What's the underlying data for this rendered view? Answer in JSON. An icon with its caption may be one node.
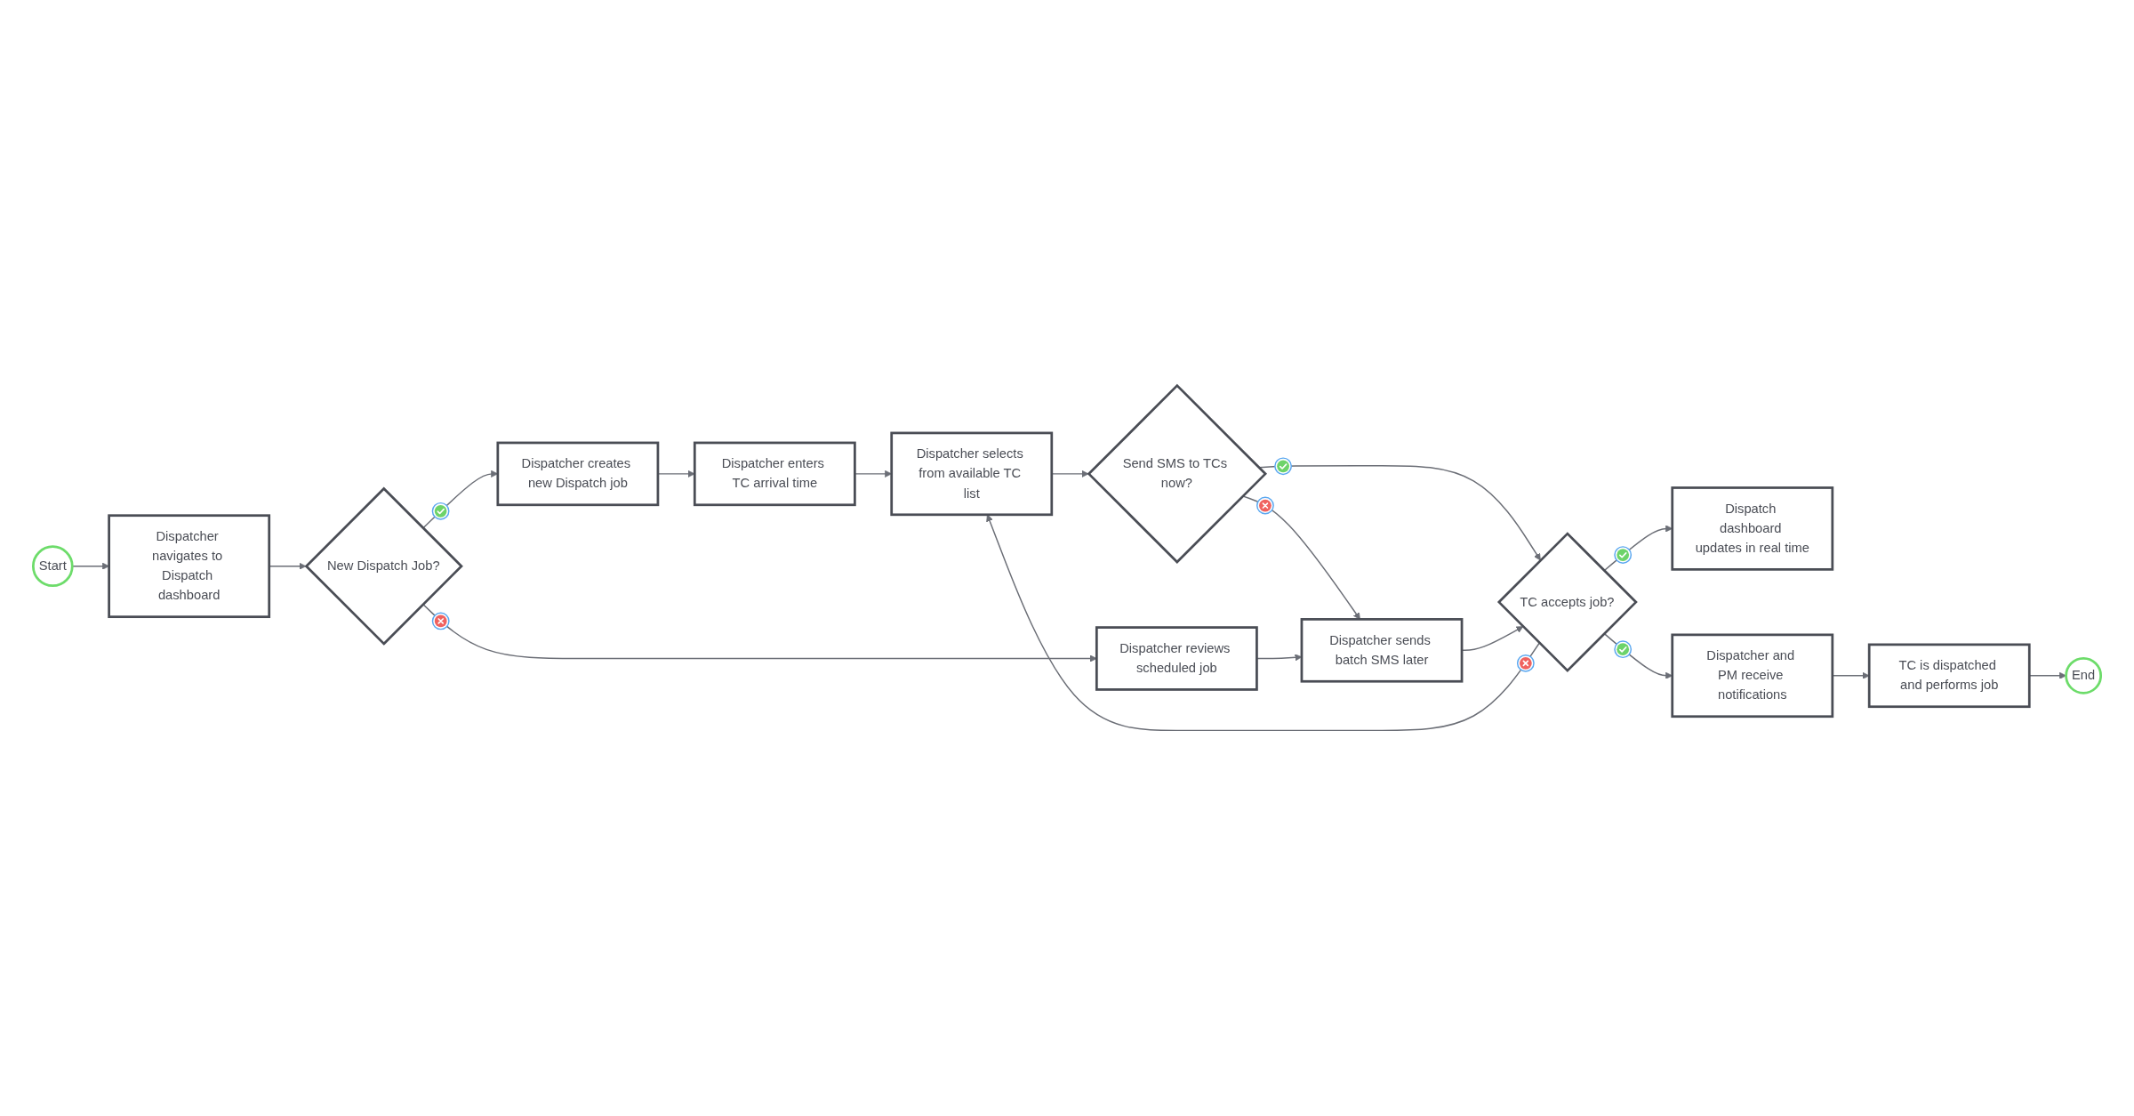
{
  "diagram": {
    "nodes": [
      {
        "text": [
          "Start"
        ]
      },
      {
        "text": [
          "Dispatcher navigates to Dispatch dashboard"
        ]
      },
      {
        "text": [
          "New Dispatch Job?"
        ]
      },
      {
        "text": [
          "Dispatcher creates new Dispatch job"
        ]
      },
      {
        "text": [
          "Dispatcher enters TC arrival time"
        ]
      },
      {
        "text": [
          "Dispatcher selects from available TC list"
        ]
      },
      {
        "text": [
          "Send SMS to TCs now?"
        ]
      },
      {
        "text": [
          "TC accepts job?"
        ]
      },
      {
        "text": [
          "Dispatch dashboard updates in real time"
        ]
      },
      {
        "text": [
          "Dispatcher and PM receive notifications"
        ]
      },
      {
        "text": [
          "Dispatcher reviews scheduled job"
        ]
      },
      {
        "text": [
          "Dispatcher sends batch SMS later"
        ]
      },
      {
        "text": [
          "TC is dispatched and performs job"
        ]
      },
      {
        "text": [
          "End"
        ]
      }
    ],
    "edges": [
      {
        "from": 0,
        "to": 1,
        "arrow": "to"
      },
      {
        "from": 1,
        "to": 2,
        "arrow": "to"
      },
      {
        "from": 2,
        "to": 3,
        "arrow": "to"
      },
      {
        "from": 2,
        "to": 10,
        "arrow": "to"
      },
      {
        "from": 3,
        "to": 4,
        "arrow": "to"
      },
      {
        "from": 4,
        "to": 5,
        "arrow": "to"
      },
      {
        "from": 5,
        "to": 6,
        "arrow": "to"
      },
      {
        "from": 6,
        "to": 7,
        "arrow": "to"
      },
      {
        "from": 6,
        "to": 11,
        "arrow": "to"
      },
      {
        "from": 7,
        "to": 5,
        "arrow": "to"
      },
      {
        "from": 7,
        "to": 8,
        "arrow": "to"
      },
      {
        "from": 7,
        "to": 9,
        "arrow": "to"
      },
      {
        "from": 10,
        "to": 11,
        "arrow": "to"
      },
      {
        "from": 11,
        "to": 7,
        "arrow": "to"
      },
      {
        "from": 9,
        "to": 12,
        "arrow": "to"
      },
      {
        "from": 12,
        "to": 13,
        "arrow": "to"
      }
    ]
  }
}
